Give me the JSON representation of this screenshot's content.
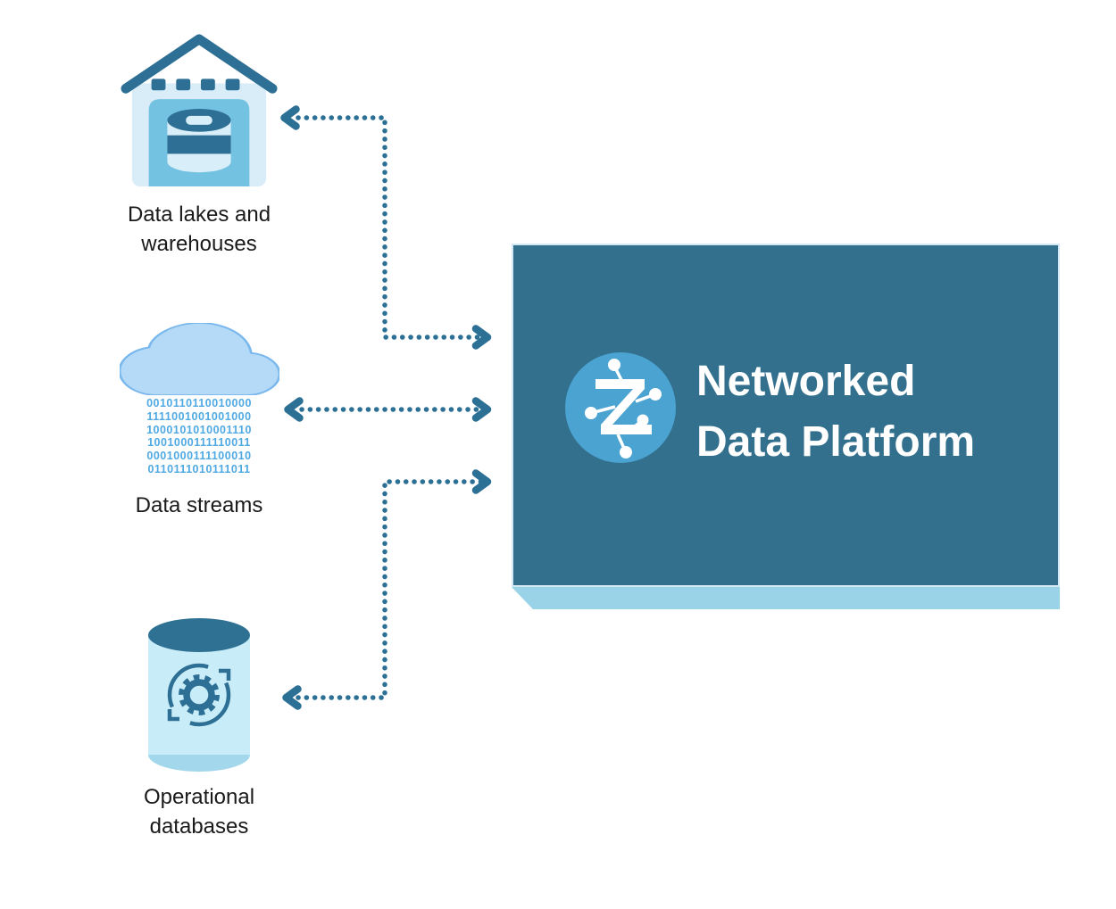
{
  "colors": {
    "background": "#ffffff",
    "connector": "#2d7095",
    "dark_teal": "#2e7095",
    "platform_box": "#33708e",
    "platform_shadow": "#9ad2e8",
    "logo_circle": "#4aa3d0",
    "house_body": "#d9edf8",
    "house_door": "#74c2e2",
    "barrel_light": "#d8eef8",
    "cloud_fill": "#b4daf8",
    "cloud_border": "#79b7ec",
    "binary_text": "#4fa9e3",
    "cylinder_body": "#c8ecf8",
    "cylinder_bottom": "#a3d8ec",
    "label_text": "#1a1a1a",
    "title_text": "#ffffff"
  },
  "sources": [
    {
      "id": "data-lakes-warehouses",
      "icon": "warehouse-database-icon",
      "label_lines": [
        "Data lakes and",
        "warehouses"
      ]
    },
    {
      "id": "data-streams",
      "icon": "cloud-binary-rain-icon",
      "label_lines": [
        "Data streams"
      ],
      "binary_lines": [
        "0010110110010000",
        "1111001001001000",
        "1000101010001110",
        "1001000111110011",
        "0001000111100010",
        "0110111010111011"
      ]
    },
    {
      "id": "operational-databases",
      "icon": "database-sync-gear-icon",
      "label_lines": [
        "Operational",
        "databases"
      ]
    }
  ],
  "platform": {
    "id": "networked-data-platform",
    "logo": "z-network-logo",
    "title_lines": [
      "Networked",
      "Data Platform"
    ]
  },
  "connections": [
    {
      "from": "data-lakes-warehouses",
      "to": "networked-data-platform",
      "style": "dotted",
      "arrows": "both"
    },
    {
      "from": "data-streams",
      "to": "networked-data-platform",
      "style": "dotted",
      "arrows": "both"
    },
    {
      "from": "operational-databases",
      "to": "networked-data-platform",
      "style": "dotted",
      "arrows": "both"
    }
  ]
}
